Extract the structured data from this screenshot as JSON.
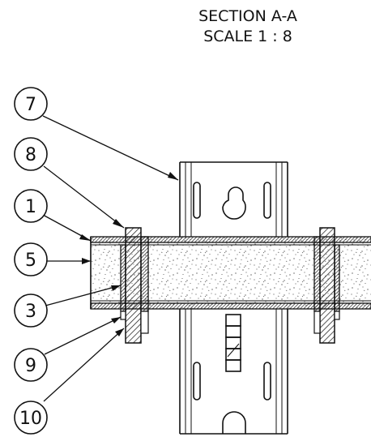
{
  "title": {
    "line1": "SECTION A-A",
    "line2": "SCALE 1 : 8"
  },
  "balloons": [
    {
      "id": "balloon-7",
      "label": "7"
    },
    {
      "id": "balloon-8",
      "label": "8"
    },
    {
      "id": "balloon-1",
      "label": "1"
    },
    {
      "id": "balloon-5",
      "label": "5"
    },
    {
      "id": "balloon-3",
      "label": "3"
    },
    {
      "id": "balloon-9",
      "label": "9"
    },
    {
      "id": "balloon-10",
      "label": "10"
    }
  ]
}
